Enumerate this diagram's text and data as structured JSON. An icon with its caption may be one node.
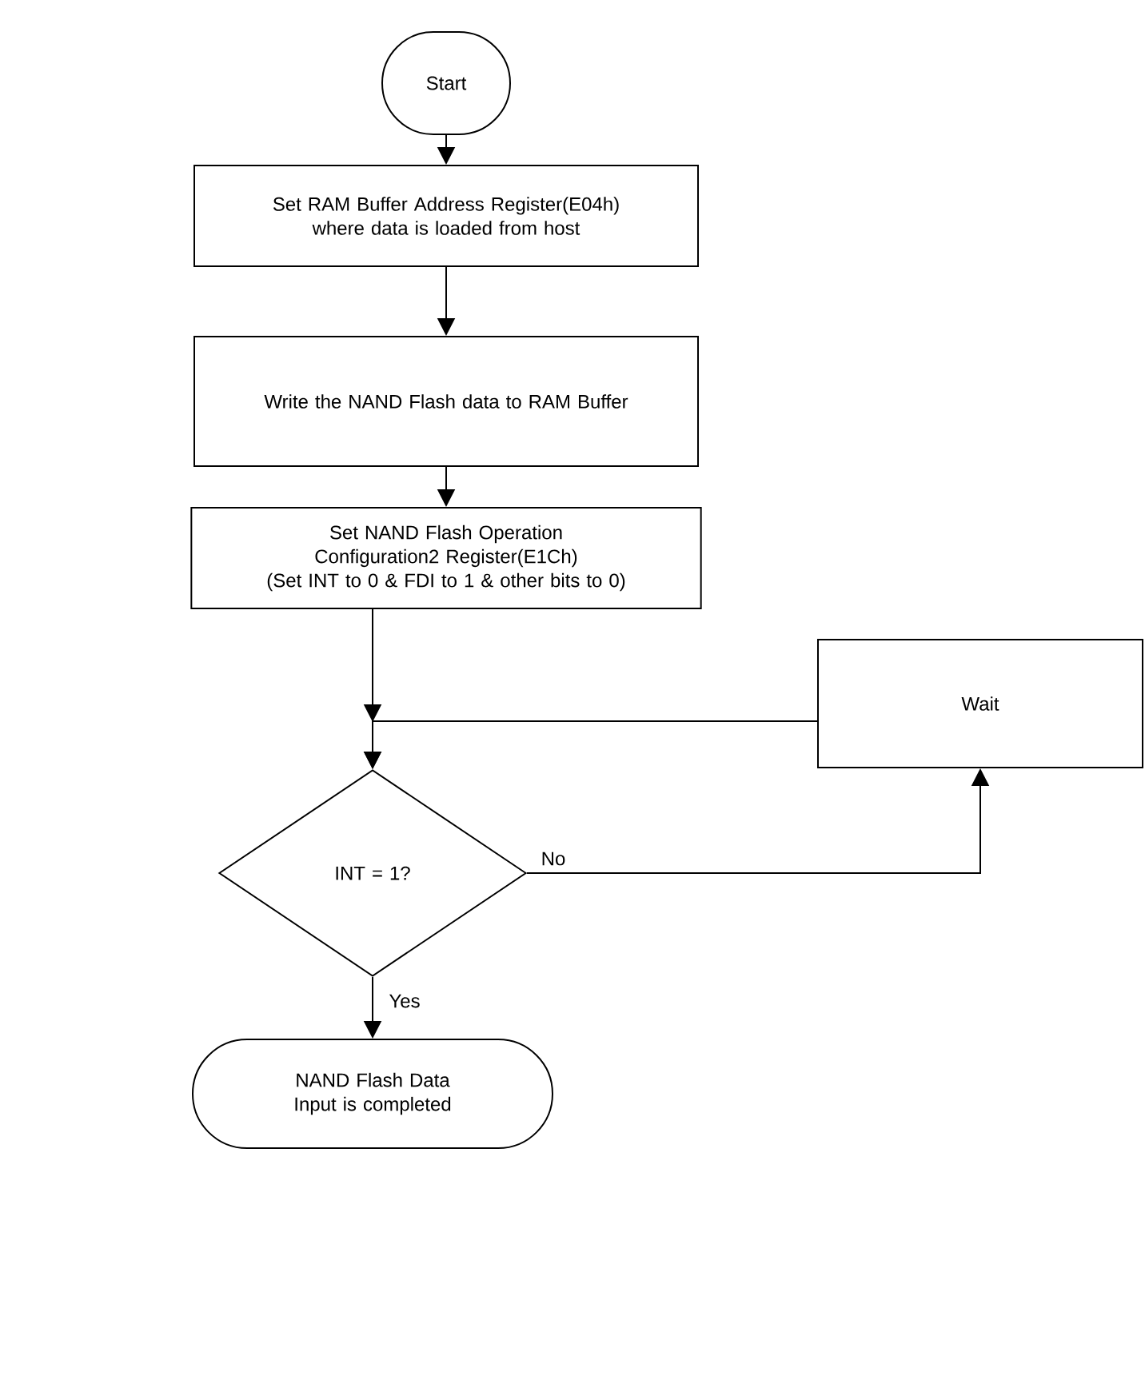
{
  "diagram": {
    "nodes": [
      {
        "text": [
          "Start"
        ]
      },
      {
        "text": [
          "Set RAM Buffer Address Register(E04h) where data is loaded from host"
        ]
      },
      {
        "text": [
          "Write the NAND Flash data to RAM Buffer"
        ]
      },
      {
        "text": [
          "Set NAND Flash Operation Configuration2 Register(E1Ch)",
          "(Set INT to 0 & FDI to 1 & other bits to 0)"
        ]
      },
      {
        "text": [
          "Wait"
        ]
      },
      {
        "text": [
          "INT = 1?"
        ]
      },
      {
        "text": [
          "NAND Flash Data Input is completed"
        ]
      }
    ],
    "edges": [
      {
        "from": 0,
        "to": 1,
        "arrow": "to"
      },
      {
        "from": 1,
        "to": 2,
        "arrow": "to"
      },
      {
        "from": 2,
        "to": 3,
        "arrow": "to"
      },
      {
        "from": 3,
        "to": 5,
        "arrow": "to"
      },
      {
        "from": 4,
        "to": 5,
        "arrow": "to"
      },
      {
        "from": 5,
        "to": 4,
        "arrow": "to",
        "label": "No"
      },
      {
        "from": 5,
        "to": 6,
        "arrow": "to",
        "label": "Yes"
      }
    ]
  }
}
